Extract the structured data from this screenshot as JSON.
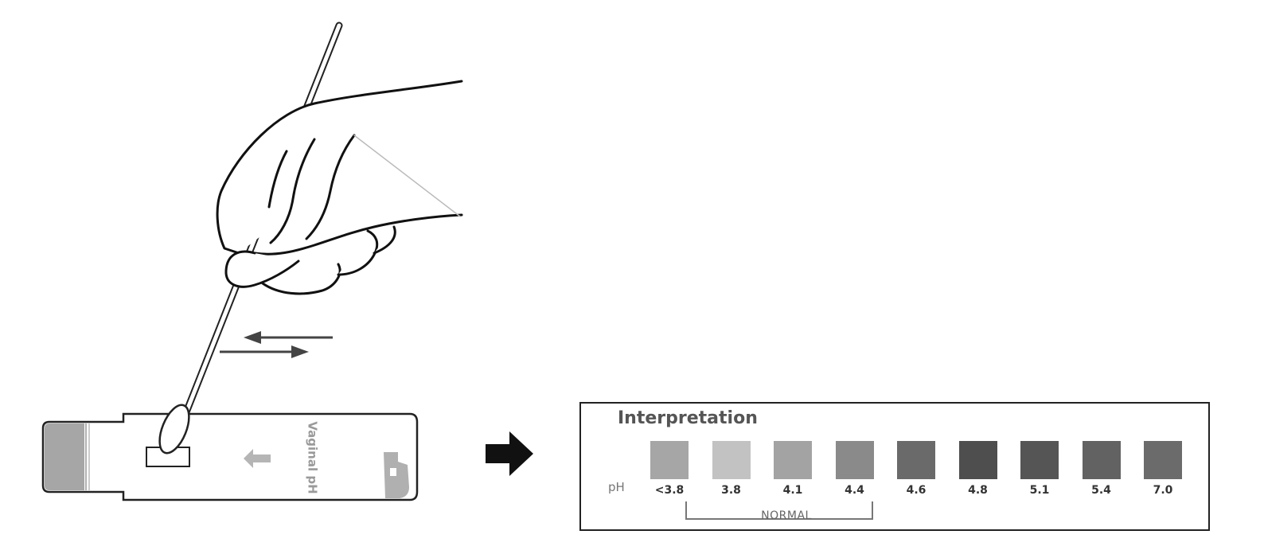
{
  "strip": {
    "label": "Vaginal pH"
  },
  "interpretation": {
    "title": "Interpretation",
    "ph_label": "pH",
    "normal_label": "NORMAL",
    "swatches": [
      {
        "value": "<3.8",
        "color": "#a6a6a6"
      },
      {
        "value": "3.8",
        "color": "#c2c2c2"
      },
      {
        "value": "4.1",
        "color": "#a3a3a3"
      },
      {
        "value": "4.4",
        "color": "#8a8a8a"
      },
      {
        "value": "4.6",
        "color": "#6a6a6a"
      },
      {
        "value": "4.8",
        "color": "#4e4e4e"
      },
      {
        "value": "5.1",
        "color": "#555555"
      },
      {
        "value": "5.4",
        "color": "#626262"
      },
      {
        "value": "7.0",
        "color": "#6b6b6b"
      }
    ]
  }
}
